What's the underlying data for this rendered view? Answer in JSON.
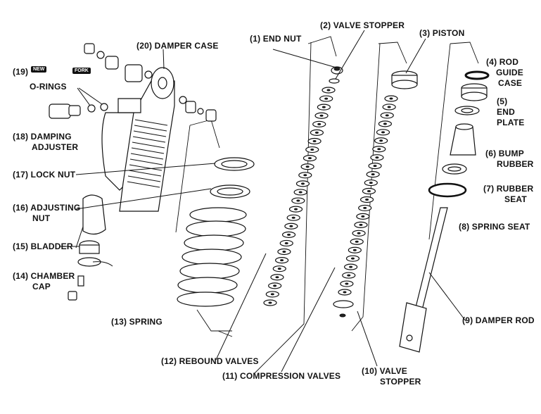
{
  "labels": {
    "p1": "(1) END NUT",
    "p2": "(2) VALVE STOPPER",
    "p3": "(3) PISTON",
    "p4a": "(4) ROD",
    "p4b": "GUIDE",
    "p4c": "CASE",
    "p5a": "(5)",
    "p5b": "END",
    "p5c": "PLATE",
    "p6a": "(6) BUMP",
    "p6b": "RUBBER",
    "p7a": "(7) RUBBER",
    "p7b": "SEAT",
    "p8": "(8) SPRING SEAT",
    "p9": "(9) DAMPER ROD",
    "p10a": "(10) VALVE",
    "p10b": "STOPPER",
    "p11": "(11) COMPRESSION VALVES",
    "p12": "(12) REBOUND VALVES",
    "p13": "(13) SPRING",
    "p14a": "(14) CHAMBER",
    "p14b": "CAP",
    "p15": "(15) BLADDER",
    "p16a": "(16) ADJUSTING",
    "p16b": "NUT",
    "p17": "(17) LOCK NUT",
    "p18a": "(18) DAMPING",
    "p18b": "ADJUSTER",
    "p19": "(19)",
    "p19b": "O-RINGS",
    "p20": "(20) DAMPER CASE",
    "new_badge": "NEW",
    "fork_badge": "FORK"
  }
}
